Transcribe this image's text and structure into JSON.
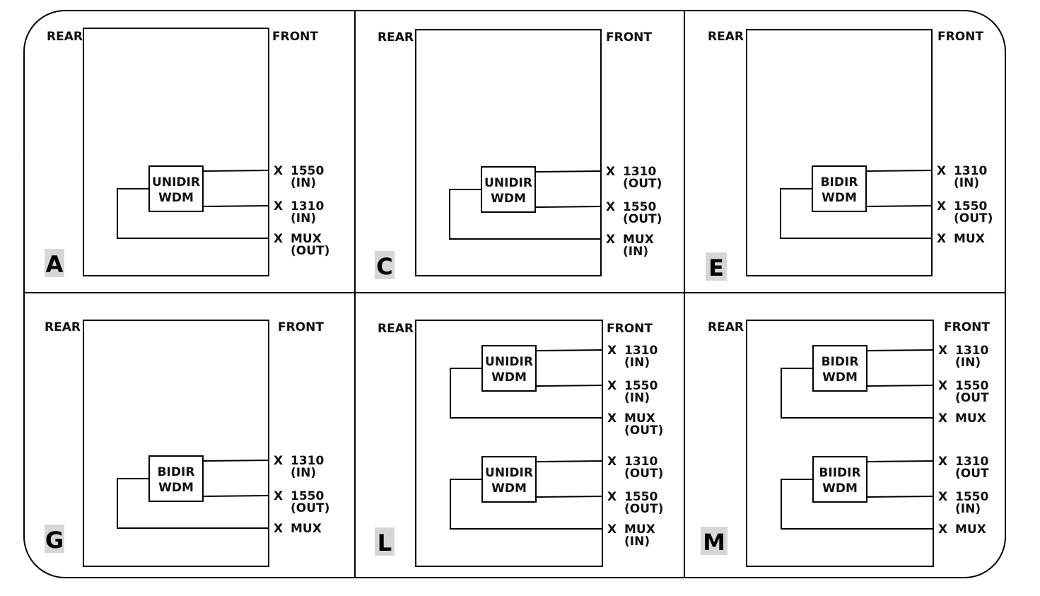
{
  "labels": {
    "rear": "REAR",
    "front": "FRONT",
    "port_marker": "X"
  },
  "panels": [
    {
      "id": "A",
      "letter": "A",
      "wdms": [
        {
          "lines": [
            "UNIDIR",
            "WDM"
          ],
          "ports": [
            [
              "1550",
              "(IN)"
            ],
            [
              "1310",
              "(IN)"
            ],
            [
              "MUX",
              "(OUT)"
            ]
          ]
        }
      ]
    },
    {
      "id": "C",
      "letter": "C",
      "wdms": [
        {
          "lines": [
            "UNIDIR",
            "WDM"
          ],
          "ports": [
            [
              "1310",
              "(OUT)"
            ],
            [
              "1550",
              "(OUT)"
            ],
            [
              "MUX",
              "(IN)"
            ]
          ]
        }
      ]
    },
    {
      "id": "E",
      "letter": "E",
      "wdms": [
        {
          "lines": [
            "BIDIR",
            "WDM"
          ],
          "ports": [
            [
              "1310",
              "(IN)"
            ],
            [
              "1550",
              "(OUT)"
            ],
            [
              "MUX"
            ]
          ]
        }
      ]
    },
    {
      "id": "G",
      "letter": "G",
      "wdms": [
        {
          "lines": [
            "BIDIR",
            "WDM"
          ],
          "ports": [
            [
              "1310",
              "(IN)"
            ],
            [
              "1550",
              "(OUT)"
            ],
            [
              "MUX"
            ]
          ]
        }
      ]
    },
    {
      "id": "L",
      "letter": "L",
      "wdms": [
        {
          "lines": [
            "UNIDIR",
            "WDM"
          ],
          "ports": [
            [
              "1310",
              "(IN)"
            ],
            [
              "1550",
              "(IN)"
            ],
            [
              "MUX",
              "(OUT)"
            ]
          ]
        },
        {
          "lines": [
            "UNIDIR",
            "WDM"
          ],
          "ports": [
            [
              "1310",
              "(OUT)"
            ],
            [
              "1550",
              "(OUT)"
            ],
            [
              "MUX",
              "(IN)"
            ]
          ]
        }
      ]
    },
    {
      "id": "M",
      "letter": "M",
      "wdms": [
        {
          "lines": [
            "BIDIR",
            "WDM"
          ],
          "ports": [
            [
              "1310",
              "(IN)"
            ],
            [
              "1550",
              "(OUT"
            ],
            [
              "MUX"
            ]
          ]
        },
        {
          "lines": [
            "BIIDIR",
            "WDM"
          ],
          "ports": [
            [
              "1310",
              "(OUT"
            ],
            [
              "1550",
              "(IN)"
            ],
            [
              "MUX"
            ]
          ]
        }
      ]
    }
  ]
}
